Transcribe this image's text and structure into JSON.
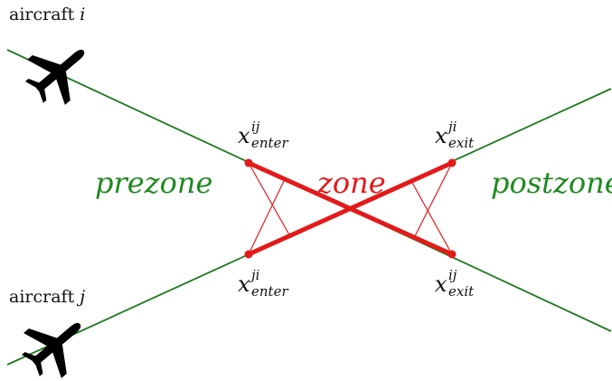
{
  "colors": {
    "route": "#1f7a1f",
    "zone": "#e31a1a",
    "zone_label": "#e31a1a",
    "region_label": "#1f8a1f",
    "aircraft": "#000000",
    "text": "#111111"
  },
  "aircraft": {
    "i": {
      "prefix": "aircraft",
      "id": "i",
      "icon": "airplane-icon"
    },
    "j": {
      "prefix": "aircraft",
      "id": "j",
      "icon": "airplane-icon"
    }
  },
  "regions": {
    "prezone": "prezone",
    "zone": "zone",
    "postzone": "postzone"
  },
  "points": {
    "enter_ij": {
      "symbol": "x",
      "sup": "ij",
      "sub": "enter"
    },
    "exit_ji": {
      "symbol": "x",
      "sup": "ji",
      "sub": "exit"
    },
    "enter_ji": {
      "symbol": "x",
      "sup": "ji",
      "sub": "enter"
    },
    "exit_ij": {
      "symbol": "x",
      "sup": "ij",
      "sub": "exit"
    }
  }
}
